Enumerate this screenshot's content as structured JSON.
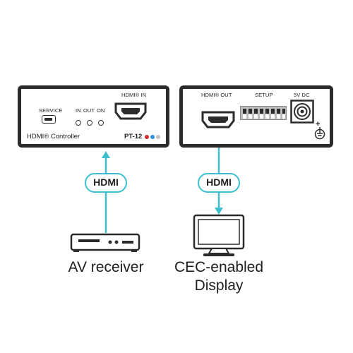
{
  "left_panel": {
    "service_label": "SERVICE",
    "controller_label": "HDMI® Controller",
    "in_label": "IN",
    "out_label": "OUT",
    "on_label": "ON",
    "hdmi_in_label": "HDMI® IN",
    "model_label": "PT-12"
  },
  "right_panel": {
    "hdmi_out_label": "HDMI® OUT",
    "setup_label": "SETUP",
    "power_label": "5V DC",
    "polarity_plus": "+"
  },
  "connections": {
    "left_cable_label": "HDMI",
    "right_cable_label": "HDMI"
  },
  "devices": {
    "source_label": "AV receiver",
    "sink_label_line1": "CEC-enabled",
    "sink_label_line2": "Display"
  },
  "colors": {
    "cable": "#3cc0d0",
    "panel_border": "#2b2b2b",
    "led_red": "#d62b2b",
    "led_blue": "#2f8fe0",
    "led_gray": "#c4c4c4"
  }
}
